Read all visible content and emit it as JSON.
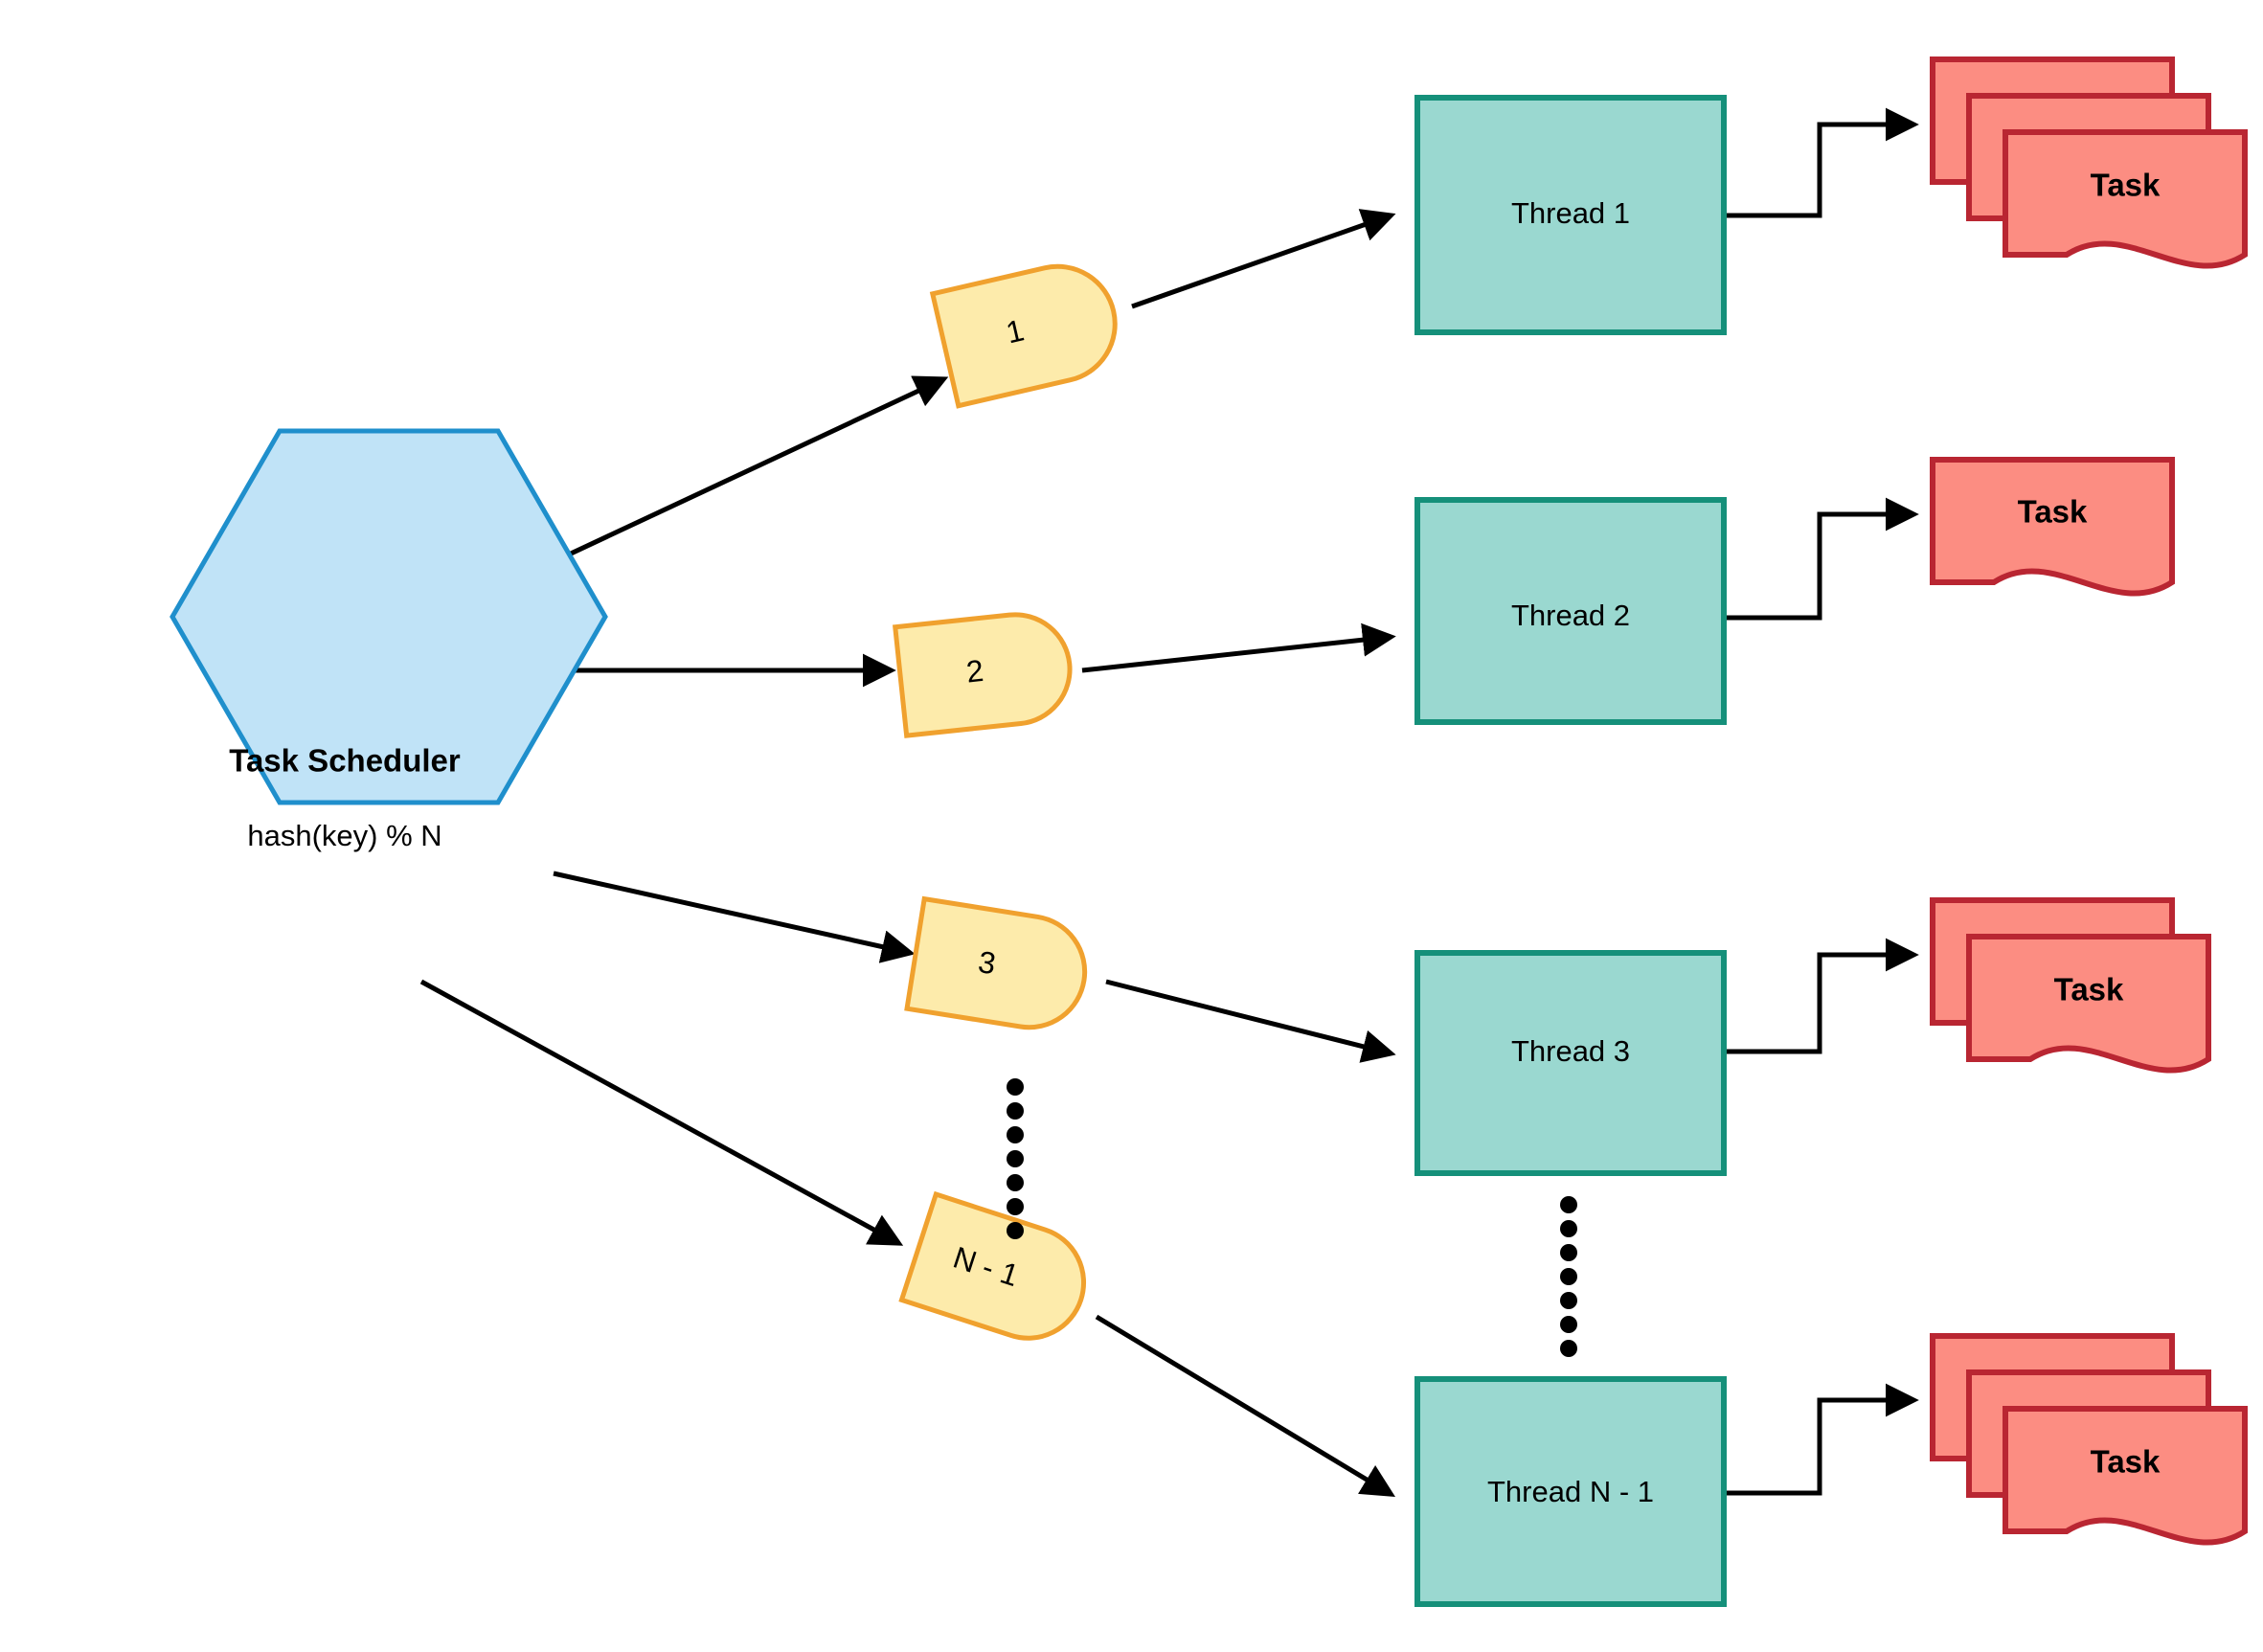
{
  "diagram": {
    "title": "Task Scheduler thread pool dispatch diagram",
    "background": "#ffffff",
    "colors": {
      "scheduler_fill": "#c0e3f7",
      "scheduler_stroke": "#1f8fcc",
      "queue_fill": "#fdebab",
      "queue_stroke": "#f0a12e",
      "thread_fill": "#9ad8d0",
      "thread_stroke": "#15907a",
      "task_fill": "#fc8d82",
      "task_stroke": "#b92632",
      "edge": "#000000"
    },
    "scheduler": {
      "name": "task-scheduler",
      "title": "Task Scheduler",
      "formula": "hash(key) % N"
    },
    "queues": [
      {
        "id": "queue-1",
        "label": "1"
      },
      {
        "id": "queue-2",
        "label": "2"
      },
      {
        "id": "queue-3",
        "label": "3"
      },
      {
        "id": "queue-n-1",
        "label": "N - 1"
      }
    ],
    "threads": [
      {
        "id": "thread-1",
        "label": "Thread 1"
      },
      {
        "id": "thread-2",
        "label": "Thread 2"
      },
      {
        "id": "thread-3",
        "label": "Thread 3"
      },
      {
        "id": "thread-n-1",
        "label": "Thread N - 1"
      }
    ],
    "tasks": [
      {
        "id": "task-stack-1",
        "label": "Task",
        "count": 3
      },
      {
        "id": "task-stack-2",
        "label": "Task",
        "count": 1
      },
      {
        "id": "task-stack-3",
        "label": "Task",
        "count": 2
      },
      {
        "id": "task-stack-n-1",
        "label": "Task",
        "count": 3
      }
    ],
    "ellipses": [
      {
        "id": "queue-ellipsis",
        "dots": 7
      },
      {
        "id": "thread-ellipsis",
        "dots": 7
      }
    ]
  }
}
